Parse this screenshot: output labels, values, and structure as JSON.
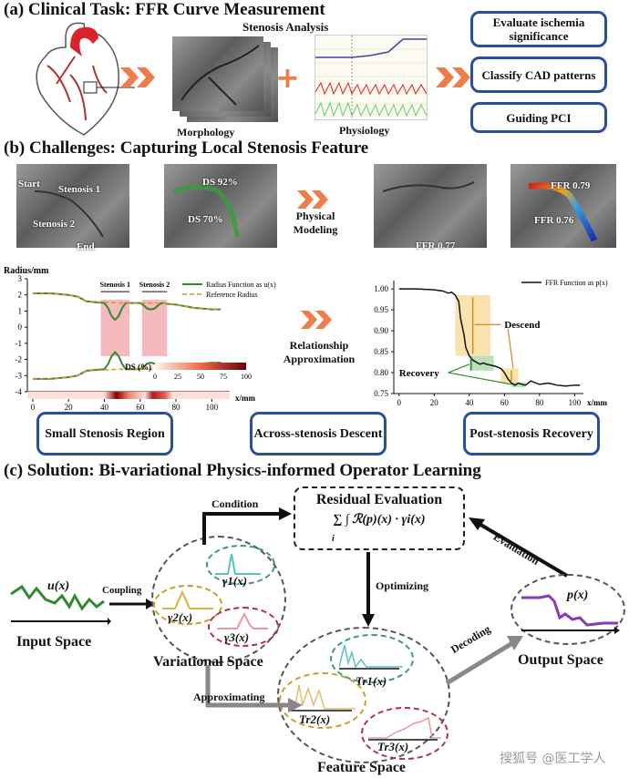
{
  "section_a": {
    "title": "(a) Clinical Task: FFR Curve Measurement",
    "stenosis_analysis": "Stenosis Analysis",
    "morphology": "Morphology",
    "physiology": "Physiology",
    "outcomes": [
      "Evaluate ischemia significance",
      "Classify CAD patterns",
      "Guiding PCI"
    ]
  },
  "section_b": {
    "title": "(b) Challenges: Capturing Local Stenosis Feature",
    "img1_labels": {
      "start": "Start",
      "stenosis1": "Stenosis 1",
      "stenosis2": "Stenosis 2",
      "end": "End"
    },
    "img2_labels": {
      "ds1": "DS 92%",
      "ds2": "DS 70%"
    },
    "physical_modeling": "Physical Modeling",
    "img3_label": "FFR 0.77",
    "img4_labels": {
      "ffr1": "FFR 0.79",
      "ffr2": "FFR 0.76"
    },
    "relationship": "Relationship Approximation",
    "challenge_boxes": [
      "Small Stenosis Region",
      "Across-stenosis Descent",
      "Post-stenosis Recovery"
    ]
  },
  "chart_data": [
    {
      "type": "line",
      "title": "",
      "ylabel": "Radius/mm",
      "xlabel": "x/mm",
      "xlim": [
        -3,
        110
      ],
      "ylim": [
        -4,
        3
      ],
      "xticks": [
        0,
        20,
        40,
        60,
        80,
        100
      ],
      "yticks": [
        3,
        2,
        1,
        0,
        -1,
        -2,
        -3,
        -4
      ],
      "legend": [
        "Radius Function as u(x)",
        "Reference Radius"
      ],
      "annotations": [
        "Stenosis 1",
        "Stenosis 2"
      ],
      "colorbar": {
        "label": "DS (%)",
        "ticks": [
          0,
          25,
          50,
          75,
          100
        ]
      },
      "series": [
        {
          "name": "Radius Function as u(x)",
          "color": "#2e8b2e",
          "x": [
            0,
            10,
            20,
            25,
            30,
            40,
            42,
            44,
            46,
            48,
            50,
            52,
            55,
            60,
            62,
            64,
            66,
            68,
            70,
            72,
            75,
            80,
            90,
            100,
            105
          ],
          "upper": [
            2.1,
            2.1,
            2.0,
            1.9,
            1.6,
            1.5,
            1.2,
            0.7,
            0.45,
            0.7,
            1.2,
            1.5,
            1.5,
            1.5,
            1.35,
            1.15,
            1.1,
            1.15,
            1.35,
            1.5,
            1.45,
            1.4,
            1.2,
            1.1,
            1.1
          ]
        },
        {
          "name": "Reference Radius",
          "color": "#e0902a",
          "x": [
            0,
            10,
            20,
            25,
            30,
            40,
            50,
            60,
            70,
            80,
            90,
            100,
            105
          ],
          "upper": [
            2.1,
            2.1,
            2.0,
            1.9,
            1.6,
            1.55,
            1.5,
            1.5,
            1.5,
            1.4,
            1.2,
            1.1,
            1.1
          ]
        }
      ]
    },
    {
      "type": "line",
      "title": "",
      "xlabel": "x/mm",
      "xlim": [
        -3,
        105
      ],
      "ylim": [
        0.75,
        1.02
      ],
      "xticks": [
        0,
        20,
        40,
        60,
        80,
        100
      ],
      "yticks": [
        1.0,
        0.95,
        0.9,
        0.85,
        0.8,
        0.75
      ],
      "legend": [
        "FFR Function as p(x)"
      ],
      "annotations": [
        "Descend",
        "Recovery"
      ],
      "series": [
        {
          "name": "FFR Function as p(x)",
          "color": "#111",
          "x": [
            0,
            10,
            20,
            25,
            28,
            30,
            32,
            34,
            35,
            37,
            38,
            40,
            42,
            44,
            46,
            48,
            50,
            52,
            55,
            58,
            60,
            62,
            64,
            66,
            68,
            70,
            72,
            75,
            80,
            85,
            90,
            95,
            100,
            103
          ],
          "y": [
            1.0,
            1.0,
            0.998,
            0.995,
            0.99,
            0.992,
            0.985,
            0.97,
            0.93,
            0.89,
            0.86,
            0.84,
            0.83,
            0.825,
            0.82,
            0.823,
            0.82,
            0.818,
            0.815,
            0.81,
            0.8,
            0.785,
            0.775,
            0.77,
            0.775,
            0.772,
            0.77,
            0.78,
            0.772,
            0.775,
            0.77,
            0.768,
            0.77,
            0.77
          ]
        }
      ]
    }
  ],
  "section_c": {
    "title": "(c) Solution:  Bi-variational Physics-informed Operator Learning",
    "input_space": "Input Space",
    "input_fn": "u(x)",
    "coupling": "Coupling",
    "variational_space": "Variational Space",
    "gammas": [
      "γ1(x)",
      "γ2(x)",
      "γ3(x)"
    ],
    "condition": "Condition",
    "residual_title": "Residual Evaluation",
    "residual_formula": "∑ ∫ ℛ(p)(x) · γi(x)",
    "residual_sub": "i",
    "evaluation": "Evaluation",
    "optimizing": "Optimizing",
    "decoding": "Decoding",
    "approximating": "Approximating",
    "feature_space": "Feature Space",
    "trs": [
      "Tr1(x)",
      "Tr2(x)",
      "Tr3(x)"
    ],
    "output_space": "Output Space",
    "output_fn": "p(x)"
  },
  "watermark": "搜狐号 @医工学人"
}
